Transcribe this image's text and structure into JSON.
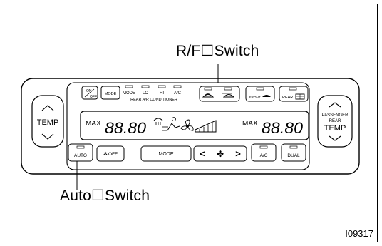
{
  "callouts": {
    "rf_switch": "R/F☐Switch",
    "auto_switch": "Auto☐Switch"
  },
  "figure_id": "I09317",
  "panel": {
    "left_temp": {
      "label": "TEMP"
    },
    "right_temp": {
      "line1": "PASSENGER",
      "line2": "REAR",
      "line3": "TEMP"
    },
    "top_buttons": {
      "on_off_top": "ON",
      "on_off_bottom": "OFF",
      "mode": "MODE",
      "indicator_labels": [
        "MODE",
        "LO",
        "HI",
        "A/C"
      ],
      "indicator_sub": "REAR  A/R  CONDITIONER",
      "front_defrost": "FRONT",
      "rear_defrost": "REAR"
    },
    "display": {
      "left_max": "MAX",
      "left_digits": "88.80",
      "right_max": "MAX",
      "right_digits": "88.80"
    },
    "bottom_buttons": {
      "auto": "AUTO",
      "fan_off": "OFF",
      "mode": "MODE",
      "fan_down": "<",
      "fan_up": ">",
      "ac": "A/C",
      "dual": "DUAL"
    }
  }
}
